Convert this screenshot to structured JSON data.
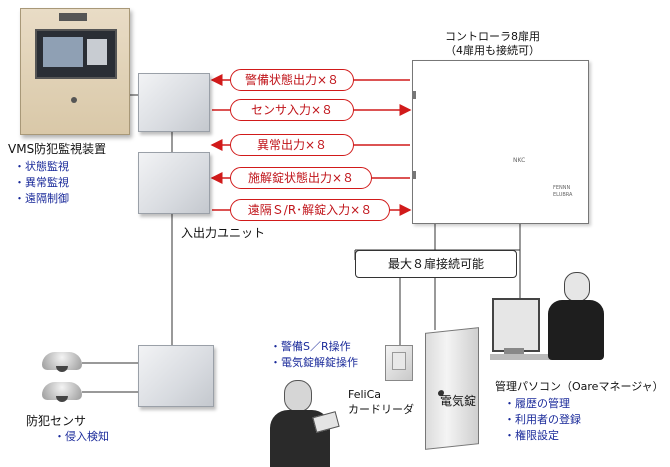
{
  "controller": {
    "title_line1": "コントローラ8扉用",
    "title_line2": "（4扉用も接続可）",
    "brand": "NKC",
    "small_a": "FENNN",
    "small_b": "ELUBRA"
  },
  "vms": {
    "title": "VMS防犯監視装置",
    "items": [
      "・状態監視",
      "・異常監視",
      "・遠隔制御"
    ]
  },
  "io_unit": {
    "label": "入出力ユニット"
  },
  "signals": [
    "警備状態出力×８",
    "センサ入力×８",
    "異常出力×８",
    "施解錠状態出力×８",
    "遠隔Ｓ/R･解錠入力×８"
  ],
  "max_doors": "最大８扉接続可能",
  "reader": {
    "ops": [
      "・警備S／R操作",
      "・電気錠解錠操作"
    ],
    "label_line1": "FeliCa",
    "label_line2": "カードリーダ"
  },
  "lock": {
    "label": "電気錠"
  },
  "pc": {
    "title": "管理パソコン（Oareマネージャ）",
    "items": [
      "・履歴の管理",
      "・利用者の登録",
      "・権限設定"
    ]
  },
  "sensor": {
    "title": "防犯センサ",
    "items": [
      "・侵入検知"
    ]
  },
  "colors": {
    "signal_red": "#d11a1a",
    "text_blue": "#1a2a9a"
  }
}
